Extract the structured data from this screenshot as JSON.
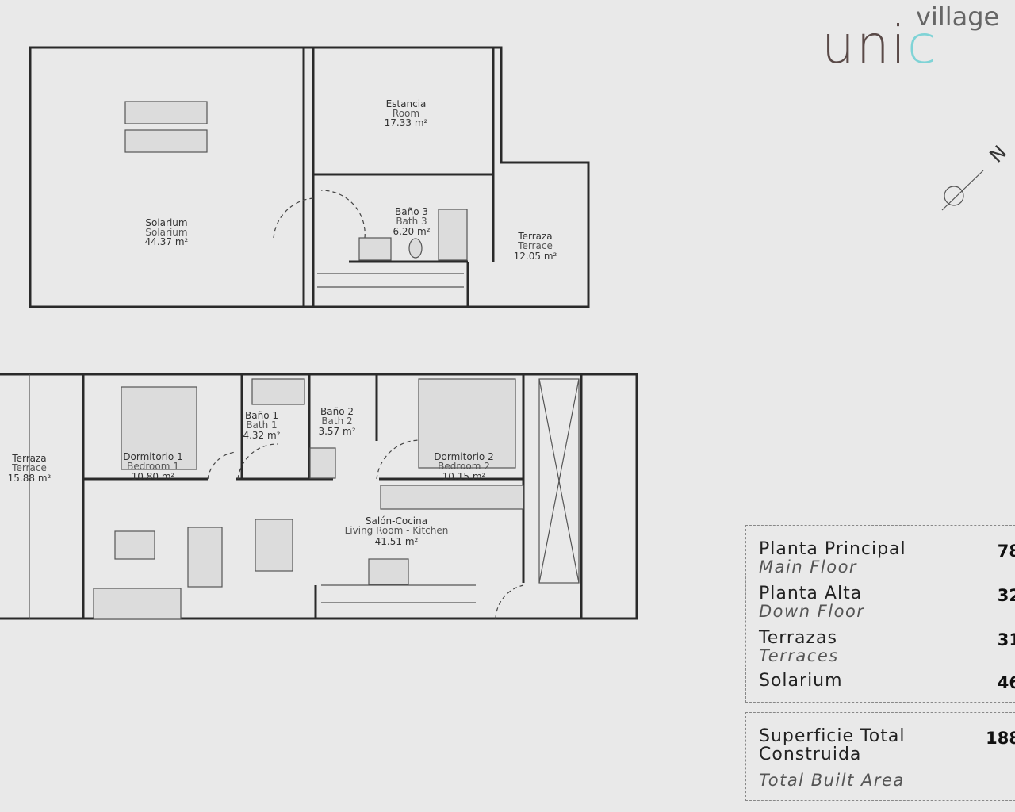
{
  "logo": {
    "main": "unic",
    "sub": "village"
  },
  "compass": {
    "label": "N"
  },
  "upper_floor": {
    "rooms": [
      {
        "es": "Solarium",
        "en": "Solarium",
        "area": "44.37 m²"
      },
      {
        "es": "Estancia",
        "en": "Room",
        "area": "17.33 m²"
      },
      {
        "es": "Baño 3",
        "en": "Bath 3",
        "area": "6.20 m²"
      },
      {
        "es": "Terraza",
        "en": "Terrace",
        "area": "12.05 m²"
      }
    ]
  },
  "main_floor": {
    "rooms": [
      {
        "es": "Terraza",
        "en": "Terrace",
        "area": "15.88 m²"
      },
      {
        "es": "Dormitorio 1",
        "en": "Bedroom 1",
        "area": "10.80 m²"
      },
      {
        "es": "Baño 1",
        "en": "Bath 1",
        "area": "4.32 m²"
      },
      {
        "es": "Baño 2",
        "en": "Bath 2",
        "area": "3.57 m²"
      },
      {
        "es": "Dormitorio 2",
        "en": "Bedroom 2",
        "area": "10.15 m²"
      },
      {
        "es": "Salón-Cocina",
        "en": "Living Room - Kitchen",
        "area": "41.51 m²"
      }
    ]
  },
  "summary": {
    "rows": [
      {
        "es": "Planta Principal",
        "en": "Main Floor",
        "value": "78"
      },
      {
        "es": "Planta Alta",
        "en": "Down Floor",
        "value": "32"
      },
      {
        "es": "Terrazas",
        "en": "Terraces",
        "value": "31"
      },
      {
        "es": "Solarium",
        "en": "",
        "value": "46"
      }
    ],
    "total": {
      "es_line1": "Superficie Total",
      "es_line2": "Construida",
      "en": "Total Built Area",
      "value": "188"
    }
  }
}
